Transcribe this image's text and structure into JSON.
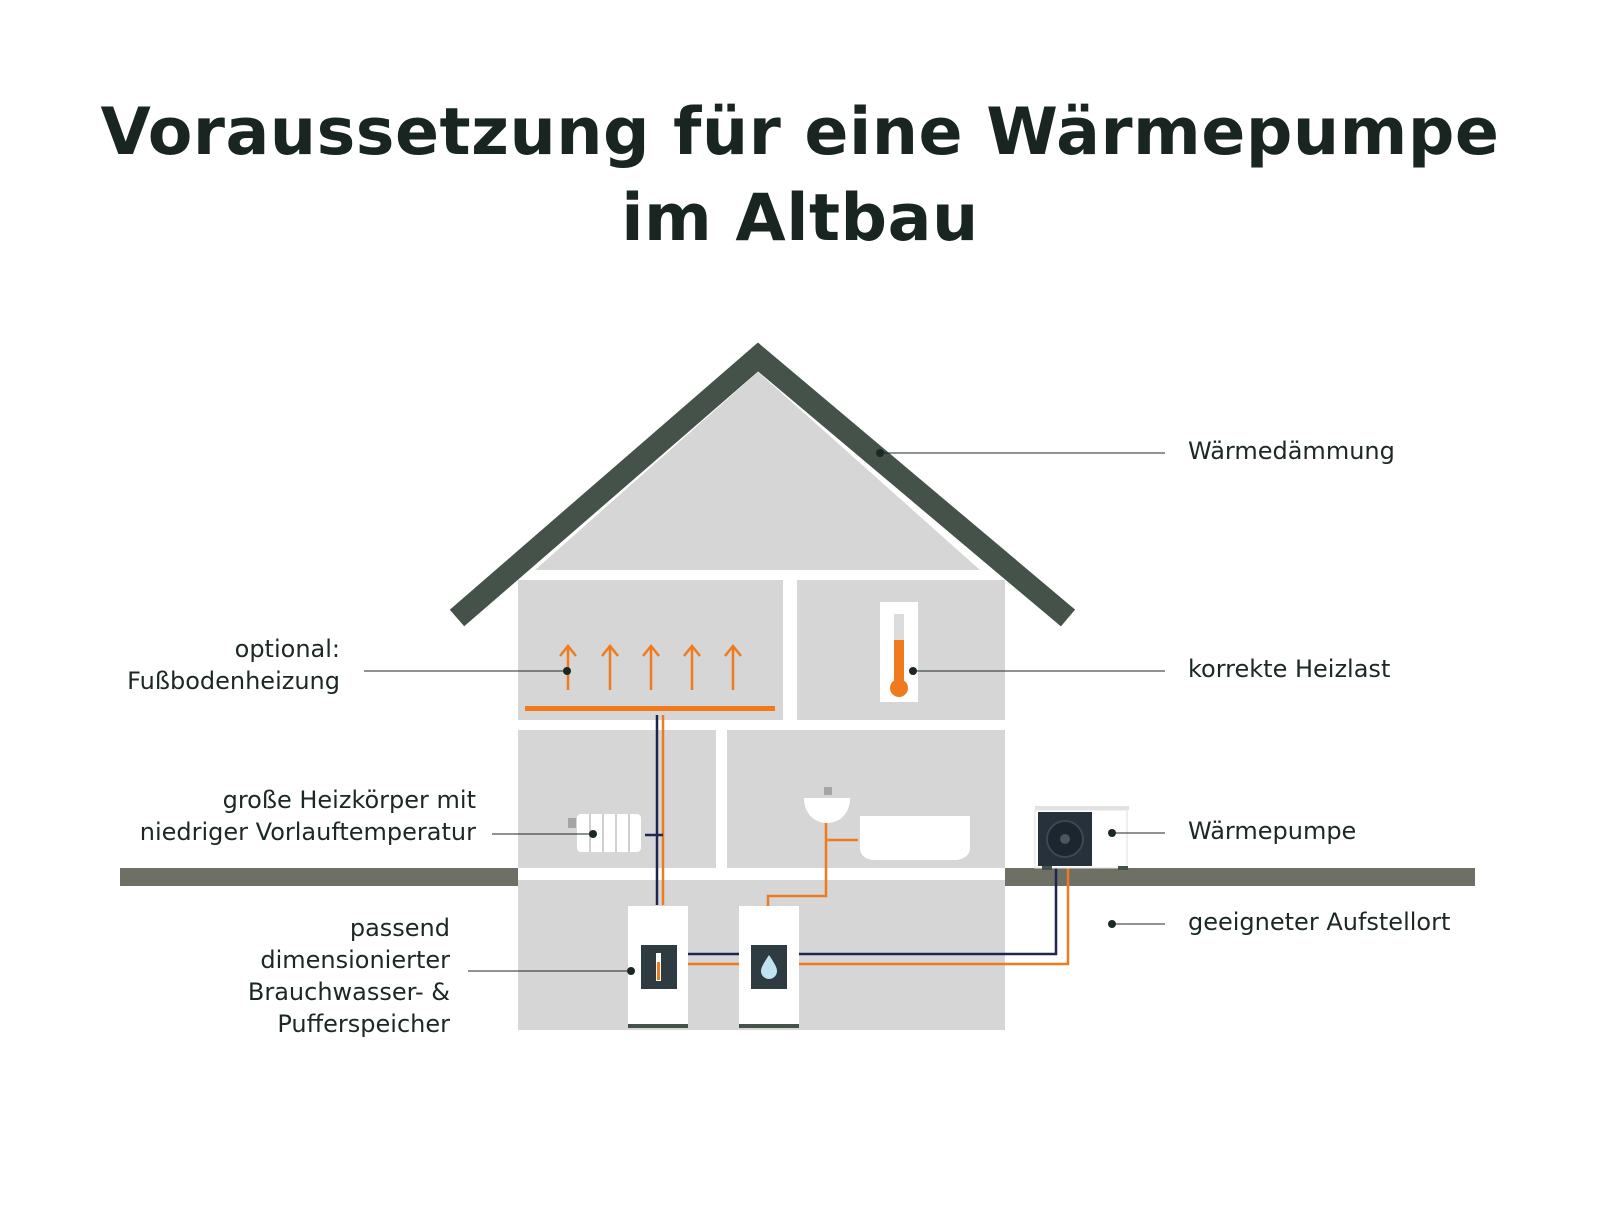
{
  "title": {
    "line1": "Voraussetzung für eine Wärmepumpe",
    "line2": "im Altbau"
  },
  "colors": {
    "roof": "#445249",
    "wall": "#d6d6d6",
    "ground": "#6e7065",
    "accent": "#f07a1e",
    "pipe_dark": "#1f2450",
    "leader": "#1c2822"
  },
  "labels": {
    "waermedaemmung": "Wärmedämmung",
    "heizlast": "korrekte Heizlast",
    "waermepumpe": "Wärmepumpe",
    "aufstellort": "geeigneter Aufstellort",
    "fussboden_l1": "optional:",
    "fussboden_l2": "Fußbodenheizung",
    "heizkoerper_l1": "große Heizkörper mit",
    "heizkoerper_l2": "niedriger Vorlauftemperatur",
    "speicher_l1": "passend",
    "speicher_l2": "dimensionierter",
    "speicher_l3": "Brauchwasser- &",
    "speicher_l4": "Pufferspeicher"
  },
  "icons": [
    "thermometer-icon",
    "water-drop-icon",
    "radiator-icon",
    "heat-pump-fan-icon",
    "heat-arrow-icon",
    "sink-icon",
    "bathtub-icon"
  ]
}
